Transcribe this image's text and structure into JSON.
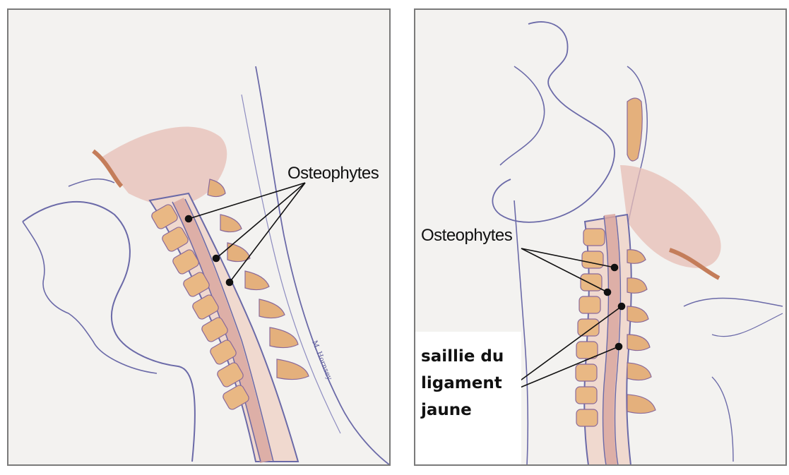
{
  "left_panel": {
    "label": "Osteophytes"
  },
  "right_panel": {
    "label_osteophytes": "Osteophytes",
    "label_ligament": [
      "saillie du",
      "ligament",
      "jaune"
    ]
  }
}
